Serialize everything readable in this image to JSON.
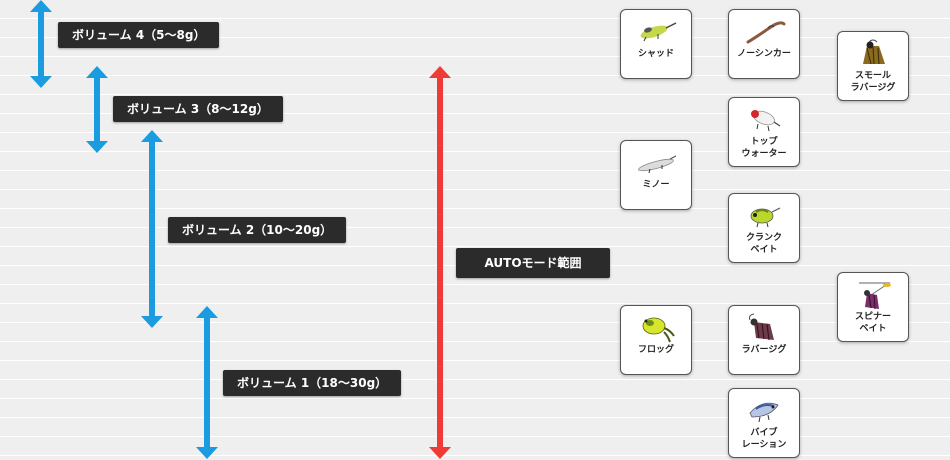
{
  "colors": {
    "blue": "#1b9be0",
    "red": "#f03a36",
    "label_bg": "#2b2b2b"
  },
  "volume_labels": [
    {
      "text": "ボリューム 4（5〜8g）"
    },
    {
      "text": "ボリューム 3（8〜12g）"
    },
    {
      "text": "ボリューム 2（10〜20g）"
    },
    {
      "text": "ボリューム 1（18〜30g）"
    }
  ],
  "auto_label": "AUTOモード範囲",
  "lures": [
    {
      "label": "シャッド",
      "icon": "shad-lure-icon"
    },
    {
      "label": "ノーシンカー",
      "icon": "no-sinker-worm-icon"
    },
    {
      "label": "スモール\nラバージグ",
      "icon": "small-rubber-jig-icon"
    },
    {
      "label": "トップ\nウォーター",
      "icon": "topwater-lure-icon"
    },
    {
      "label": "ミノー",
      "icon": "minnow-lure-icon"
    },
    {
      "label": "クランク\nベイト",
      "icon": "crankbait-icon"
    },
    {
      "label": "スピナー\nベイト",
      "icon": "spinnerbait-icon"
    },
    {
      "label": "フロッグ",
      "icon": "frog-lure-icon"
    },
    {
      "label": "ラバージグ",
      "icon": "rubber-jig-icon"
    },
    {
      "label": "バイブ\nレーション",
      "icon": "vibration-lure-icon"
    }
  ]
}
